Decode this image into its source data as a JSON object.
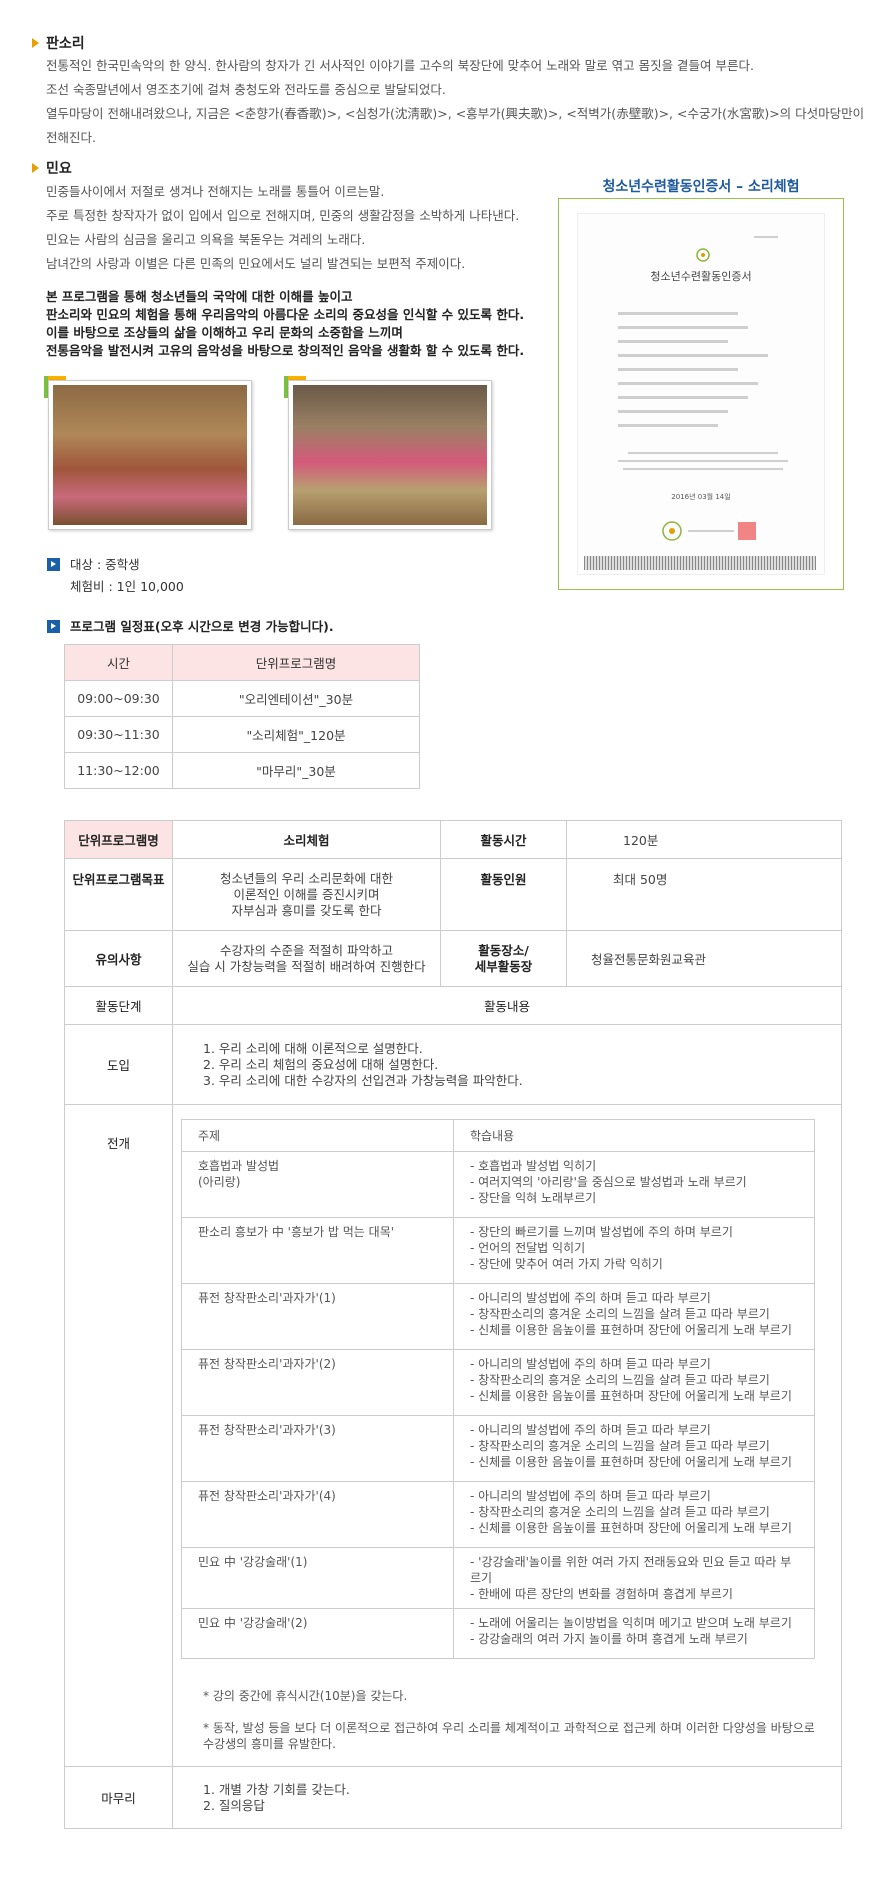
{
  "pansori": {
    "title": "판소리",
    "lines": [
      "전통적인 한국민속악의 한 양식. 한사람의 창자가 긴 서사적인 이야기를 고수의 북장단에 맞추어 노래와 말로 엮고 몸짓을 곁들여 부른다.",
      "조선 숙종말년에서 영조초기에 걸쳐 충청도와 전라도를 중심으로 발달되었다.",
      "열두마당이 전해내려왔으나, 지금은 <춘향가(春香歌)>, <심청가(沈淸歌)>, <흥부가(興夫歌)>, <적벽가(赤壁歌)>, <수궁가(水宮歌)>의 다섯마당만이",
      "전해진다."
    ]
  },
  "minyo": {
    "title": "민요",
    "lines": [
      "민중들사이에서 저절로 생겨나 전해지는 노래를 통틀어 이르는말.",
      "주로 특정한 창작자가 없이 입에서 입으로 전해지며, 민중의 생활감정을 소박하게 나타낸다.",
      "민요는 사람의 심금을 울리고 의욕을 북돋우는 겨레의 노래다.",
      "남녀간의 사랑과 이별은 다른 민족의 민요에서도 널리 발견되는 보편적 주제이다."
    ]
  },
  "program_intro": [
    "본 프로그램을 통해 청소년들의 국악에 대한 이해를 높이고",
    "판소리와 민요의 체험을 통해 우리음악의 아름다운 소리의 중요성을 인식할 수 있도록 한다.",
    "이를 바탕으로 조상들의 삶을 이해하고 우리 문화의 소중함을 느끼며",
    "전통음악을 발전시켜 고유의 음악성을 바탕으로 창의적인 음악을 생활화 할 수 있도록 한다."
  ],
  "target": {
    "label": "대상 : 중학생",
    "fee": "체험비 : 1인 10,000"
  },
  "certificate": {
    "caption": "청소년수련활동인증서 – 소리체험",
    "doc_title": "청소년수련활동인증서",
    "date": "2016년 03월 14일"
  },
  "schedule": {
    "title": "프로그램 일정표(오후 시간으로 변경 가능합니다).",
    "headers": [
      "시간",
      "단위프로그램명"
    ],
    "rows": [
      [
        "09:00~09:30",
        "\"오리엔테이션\"_30분"
      ],
      [
        "09:30~11:30",
        "\"소리체험\"_120분"
      ],
      [
        "11:30~12:00",
        "\"마무리\"_30분"
      ]
    ]
  },
  "detail": {
    "program_name_label": "단위프로그램명",
    "program_name": "소리체험",
    "activity_time_label": "활동시간",
    "activity_time": "120분",
    "goal_label": "단위프로그램목표",
    "goal": "청소년들의 우리 소리문화에 대한\n이론적인 이해를 증진시키며\n자부심과 흥미를 갖도록 한다",
    "people_label": "활동인원",
    "people": "최대 50명",
    "notice_label": "유의사항",
    "notice": "수강자의 수준을 적절히 파악하고\n실습 시 가창능력을 적절히 배려하여 진행한다",
    "place_label": "활동장소/\n세부활동장",
    "place": "청율전통문화원교육관",
    "stage_label": "활동단계",
    "content_label": "활동내용",
    "intro_label": "도입",
    "intro_content": "1. 우리 소리에 대해 이론적으로 설명한다.\n2. 우리 소리 체험의 중요성에 대해 설명한다.\n3. 우리 소리에 대한 수강자의 선입견과 가창능력을 파악한다.",
    "dev_label": "전개",
    "dev_headers": [
      "주제",
      "학습내용"
    ],
    "dev_rows": [
      [
        "호흡법과 발성법\n(아리랑)",
        "- 호흡법과 발성법 익히기\n- 여러지역의 '아리랑'을 중심으로 발성법과 노래 부르기\n- 장단을 익혀 노래부르기"
      ],
      [
        "판소리 흥보가 中 '흥보가 밥 먹는 대목'",
        "- 장단의 빠르기를 느끼며 발성법에 주의 하며 부르기\n- 언어의 전달법 익히기\n- 장단에 맞추어 여러 가지 가락 익히기"
      ],
      [
        "퓨전 창작판소리'과자가'(1)",
        "- 아니리의 발성법에 주의 하며 듣고 따라 부르기\n- 창작판소리의 흥겨운 소리의 느낌을 살려 듣고 따라 부르기\n- 신체를 이용한 음높이를 표현하며 장단에 어울리게 노래 부르기"
      ],
      [
        "퓨전 창작판소리'과자가'(2)",
        "- 아니리의 발성법에 주의 하며 듣고 따라 부르기\n- 창작판소리의 흥겨운 소리의 느낌을 살려 듣고 따라 부르기\n- 신체를 이용한 음높이를 표현하며 장단에 어울리게 노래 부르기"
      ],
      [
        " 퓨전 창작판소리'과자가'(3)",
        "- 아니리의 발성법에 주의 하며 듣고 따라 부르기\n- 창작판소리의 흥겨운 소리의 느낌을 살려 듣고 따라 부르기\n- 신체를 이용한 음높이를 표현하며 장단에 어울리게 노래 부르기"
      ],
      [
        "퓨전 창작판소리'과자가'(4)",
        "- 아니리의 발성법에 주의 하며 듣고 따라 부르기\n- 창작판소리의 흥겨운 소리의 느낌을 살려 듣고 따라 부르기\n- 신체를 이용한 음높이를 표현하며 장단에 어울리게 노래 부르기"
      ],
      [
        "민요 中 '강강술래'(1)",
        "- '강강술래'놀이를 위한 여러 가지 전래동요와 민요 듣고 따라 부르기\n- 한배에 따른 장단의 변화를 경험하며 흥겹게 부르기"
      ],
      [
        "민요 中 '강강술래'(2)",
        "- 노래에 어울리는 놀이방법을 익히며 메기고 받으며 노래 부르기\n- 강강술래의 여러 가지 놀이를 하며 흥겹게 노래 부르기"
      ]
    ],
    "note1": "* 강의 중간에 휴식시간(10분)을 갖는다.",
    "note2": "* 동작, 발성 등을 보다 더 이론적으로 접근하여 우리 소리를 체계적이고 과학적으로 접근케 하며 이러한 다양성을 바탕으로\n   수강생의 흥미를 유발한다.",
    "wrap_label": "마무리",
    "wrap_content": "1. 개별 가창 기회를 갖는다.\n2. 질의응답"
  },
  "colors": {
    "accent_arrow": "#e8a000",
    "bullet_blue": "#1b5fa8",
    "header_pink": "#fde4e4",
    "cert_border": "#9cc14a",
    "cert_caption": "#1d5a9e"
  }
}
